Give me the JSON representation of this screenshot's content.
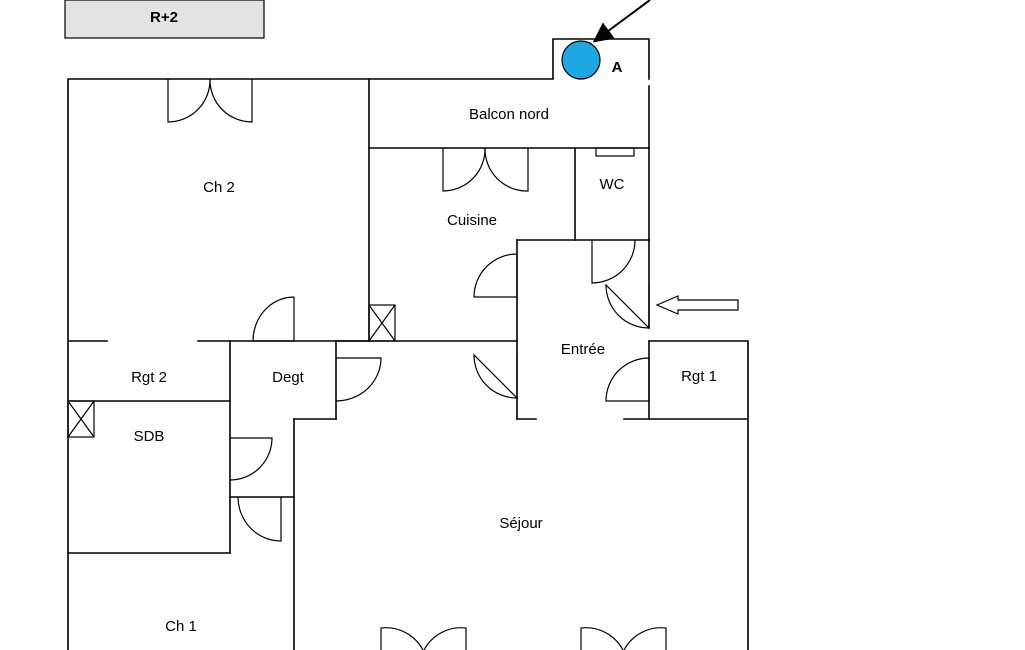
{
  "level_label": "R+2",
  "marker_label": "A",
  "colors": {
    "marker": "#1ea7e1",
    "level_box": "#e3e3e3"
  },
  "rooms": {
    "balcon_nord": "Balcon nord",
    "ch2": "Ch 2",
    "cuisine": "Cuisine",
    "wc": "WC",
    "entree": "Entrée",
    "rgt2": "Rgt 2",
    "degt": "Degt",
    "rgt1": "Rgt 1",
    "sdb": "SDB",
    "sejour": "Séjour",
    "ch1": "Ch 1"
  }
}
